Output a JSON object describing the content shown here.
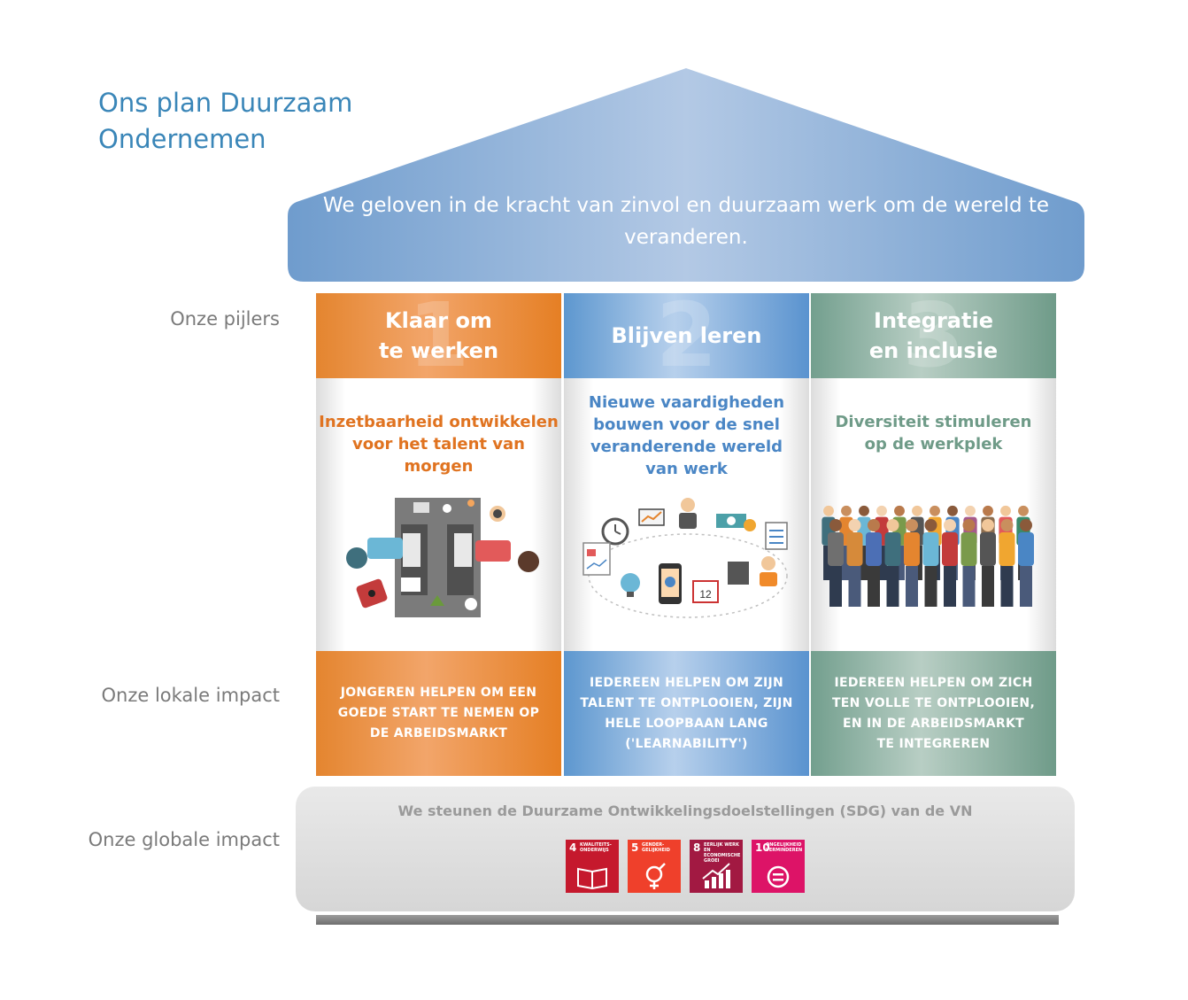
{
  "title": "Ons plan Duurzaam Ondernemen",
  "mission": "We geloven in de kracht van zinvol en duurzaam werk om de wereld te veranderen.",
  "labels": {
    "pillars": "Onze pijlers",
    "local": "Onze lokale impact",
    "global": "Onze globale impact"
  },
  "pillars": [
    {
      "number": "1",
      "title": "Klaar om\nte werken",
      "goal": "Inzetbaarheid ontwikkelen\nvoor het talent van morgen",
      "impact": "JONGEREN HELPEN OM EEN\nGOEDE START TE NEMEN OP\nDE ARBEIDSMARKT",
      "color": "#e4852f"
    },
    {
      "number": "2",
      "title": "Blijven leren",
      "goal": "Nieuwe vaardigheden\nbouwen voor de snel\nveranderende wereld\nvan werk",
      "impact": "IEDEREEN HELPEN OM ZIJN\nTALENT TE ONTPLOOIEN, ZIJN\nHELE LOOPBAAN LANG\n('LEARNABILITY')",
      "color": "#5d97cf"
    },
    {
      "number": "3",
      "title": "Integratie\nen inclusie",
      "goal": "Diversiteit stimuleren\nop de werkplek",
      "impact": "IEDEREEN HELPEN OM ZICH\nTEN VOLLE TE ONTPLOOIEN,\nEN IN DE ARBEIDSMARKT\nTE INTEGREREN",
      "color": "#739f8e"
    }
  ],
  "sdg_text": "We steunen de Duurzame Ontwikkelingsdoelstellingen (SDG) van de VN",
  "sdgs": [
    {
      "number": "4",
      "label": "KWALITEITS-\nONDERWIJS",
      "color": "#c5192d",
      "icon": "book-icon"
    },
    {
      "number": "5",
      "label": "GENDER-\nGELIJKHEID",
      "color": "#ef402b",
      "icon": "gender-icon"
    },
    {
      "number": "8",
      "label": "EERLIJK WERK\nEN ECONOMISCHE\nGROEI",
      "color": "#a21942",
      "icon": "growth-chart-icon"
    },
    {
      "number": "10",
      "label": "ONGELIJKHEID\nVERMINDEREN",
      "color": "#dd1367",
      "icon": "equality-icon"
    }
  ],
  "illustrations": {
    "pillar1": "desk-meeting-illustration",
    "pillar2": "learning-cycle-illustration",
    "pillar3": "diverse-people-group-illustration"
  },
  "calendar_day": "12"
}
